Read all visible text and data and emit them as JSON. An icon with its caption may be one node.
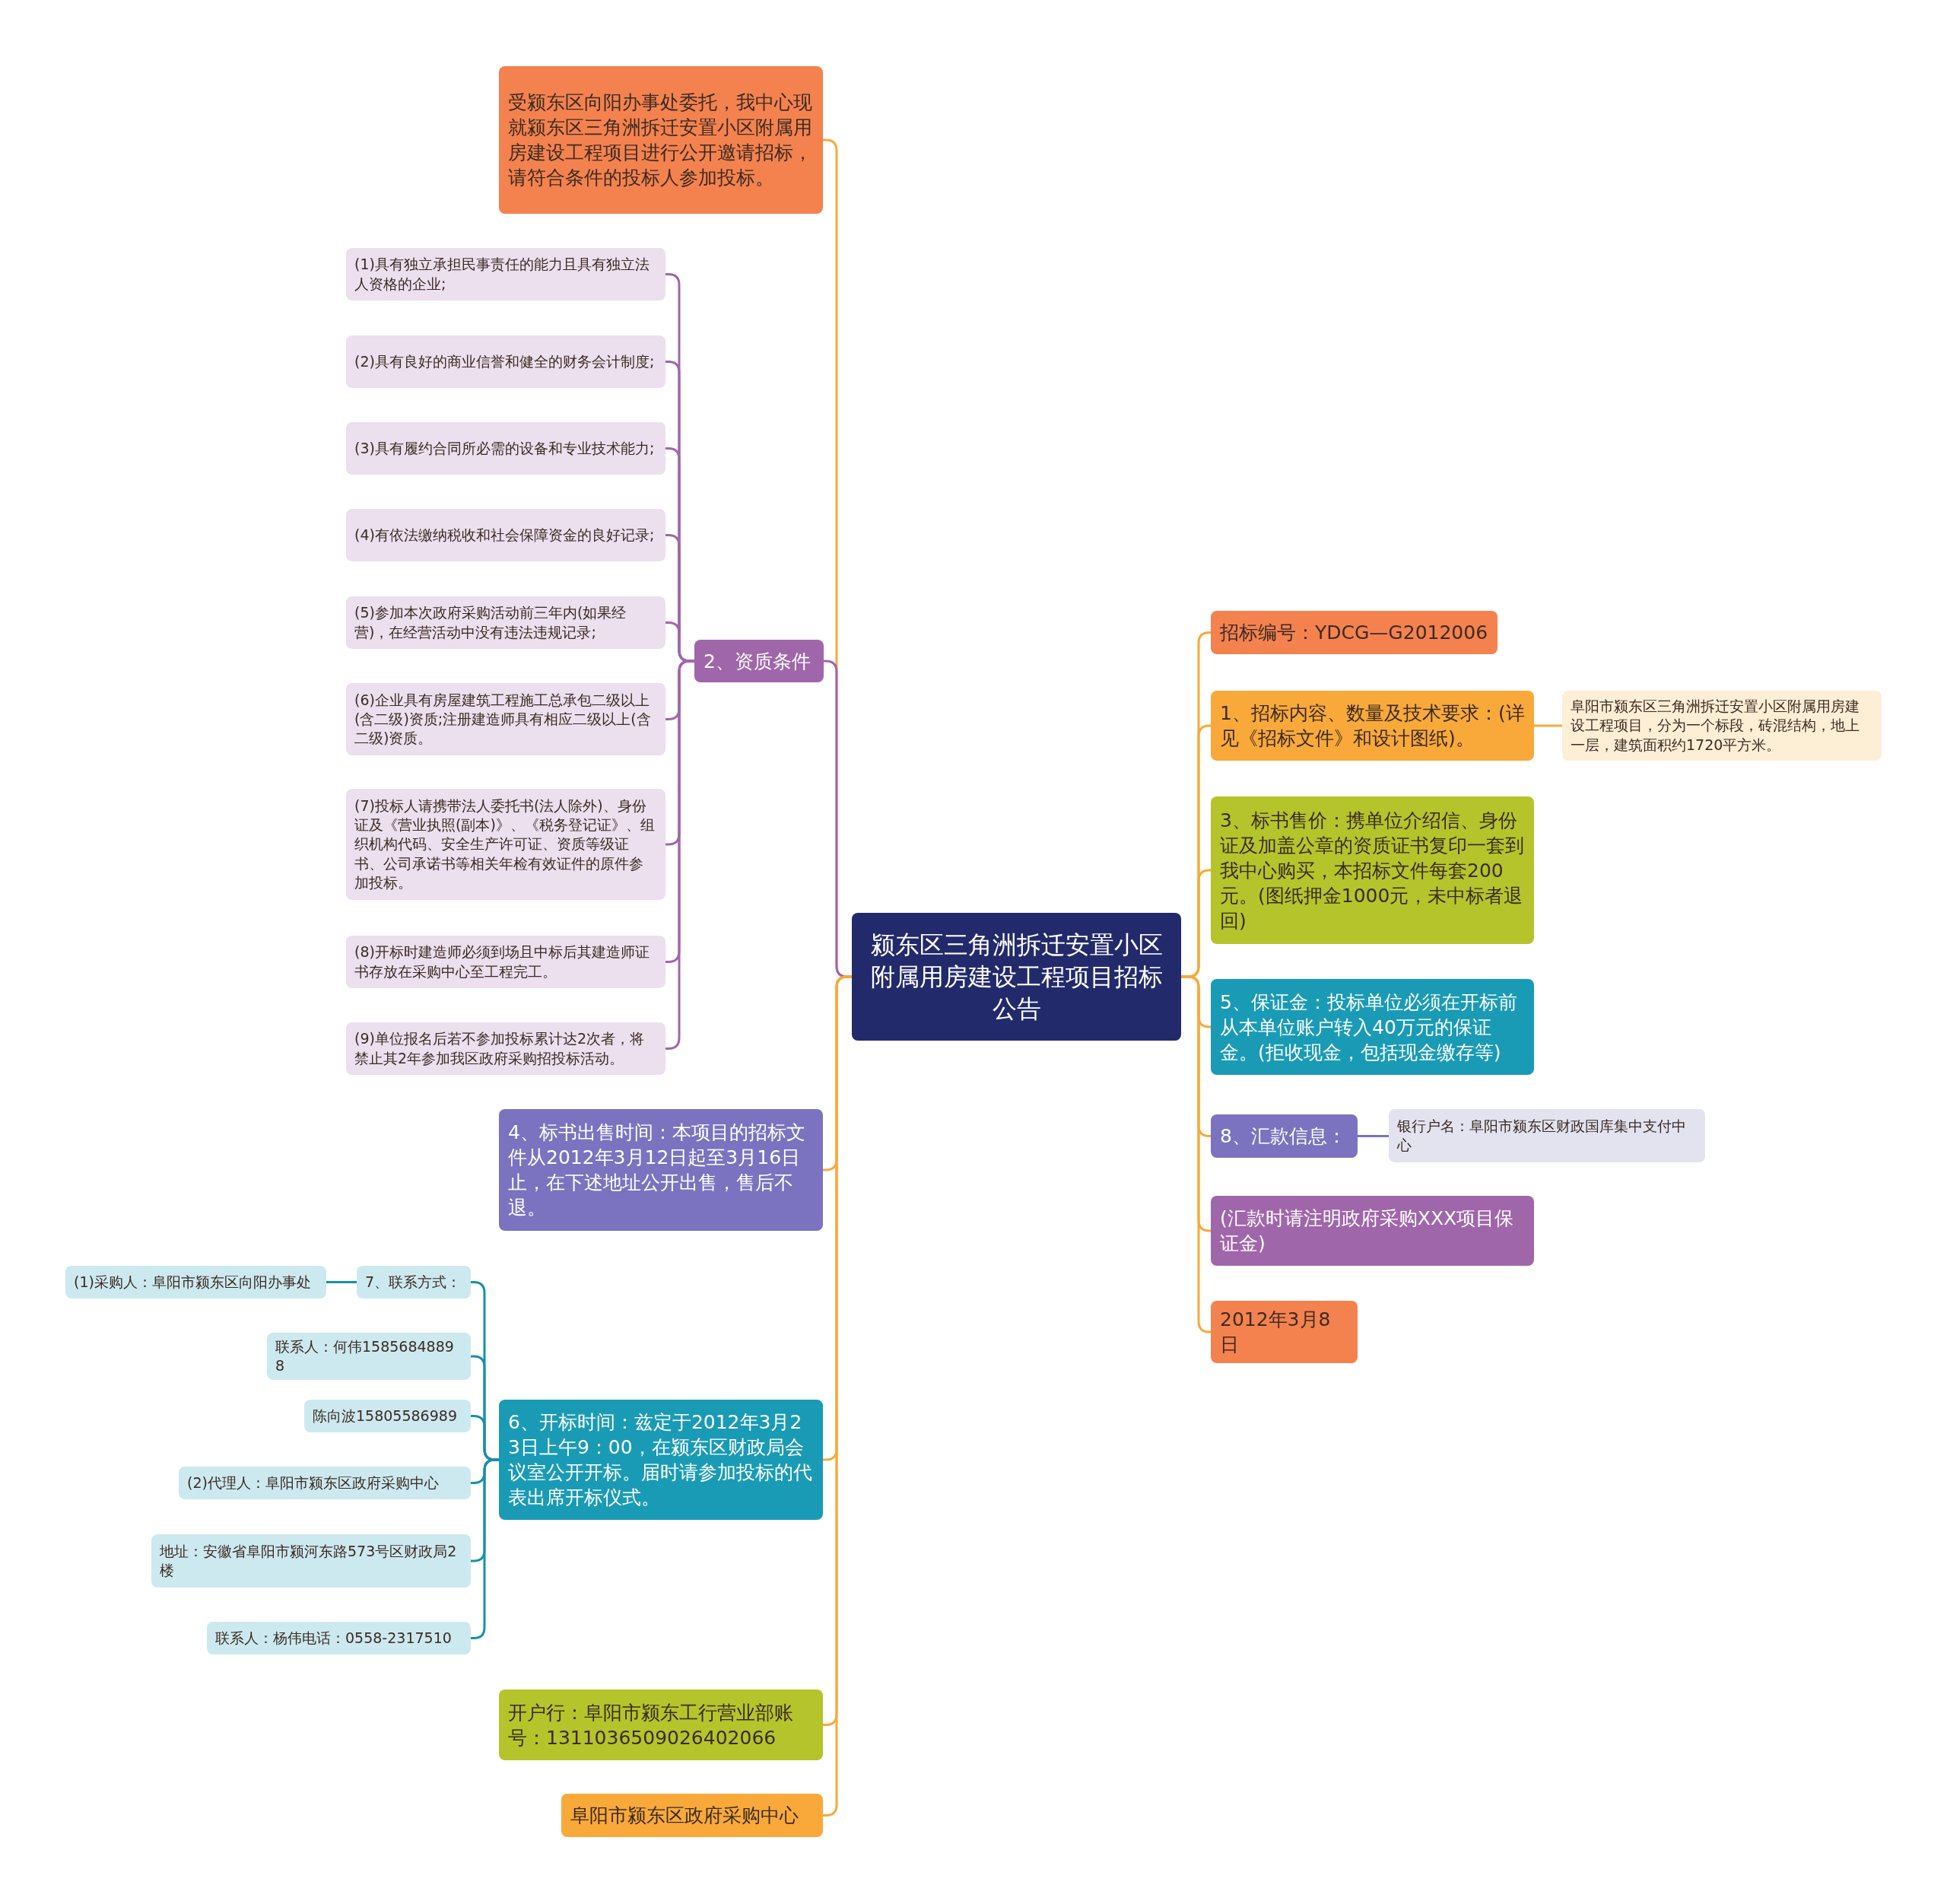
{
  "diagram": {
    "nodes": [
      {
        "text": [
          "颍东区三角洲拆迁安置小区附属用房建设工程项目招标公告"
        ]
      },
      {
        "text": [
          "受颍东区向阳办事处委托，我中心现就颍东区三角洲拆迁安置小区附属用房建设工程项目进行公开邀请招标，请符合条件的投标人参加投标。"
        ]
      },
      {
        "text": [
          "2、资质条件"
        ]
      },
      {
        "text": [
          "(1)具有独立承担民事责任的能力且具有独立法人资格的企业;"
        ]
      },
      {
        "text": [
          "(2)具有良好的商业信誉和健全的财务会计制度;"
        ]
      },
      {
        "text": [
          "(3)具有履约合同所必需的设备和专业技术能力;"
        ]
      },
      {
        "text": [
          "(4)有依法缴纳税收和社会保障资金的良好记录;"
        ]
      },
      {
        "text": [
          "(5)参加本次政府采购活动前三年内(如果经营)，在经营活动中没有违法违规记录;"
        ]
      },
      {
        "text": [
          "(6)企业具有房屋建筑工程施工总承包二级以上(含二级)资质;注册建造师具有相应二级以上(含二级)资质。"
        ]
      },
      {
        "text": [
          "(7)投标人请携带法人委托书(法人除外)、身份证及《营业执照(副本)》、《税务登记证》、组织机构代码、安全生产许可证、资质等级证书、公司承诺书等相关年检有效证件的原件参加投标。"
        ]
      },
      {
        "text": [
          "(8)开标时建造师必须到场且中标后其建造师证书存放在采购中心至工程完工。"
        ]
      },
      {
        "text": [
          "(9)单位报名后若不参加投标累计达2次者，将禁止其2年参加我区政府采购招投标活动。"
        ]
      },
      {
        "text": [
          "4、标书出售时间：本项目的招标文件从2012年3月12日起至3月16日止，在下述地址公开出售，售后不退。"
        ]
      },
      {
        "text": [
          "6、开标时间：兹定于2012年3月23日上午9：00，在颍东区财政局会议室公开开标。届时请参加投标的代表出席开标仪式。"
        ]
      },
      {
        "text": [
          "7、联系方式："
        ]
      },
      {
        "text": [
          "(1)采购人：阜阳市颍东区向阳办事处"
        ]
      },
      {
        "text": [
          "联系人：何伟15856848898"
        ]
      },
      {
        "text": [
          "陈向波15805586989"
        ]
      },
      {
        "text": [
          "(2)代理人：阜阳市颍东区政府采购中心"
        ]
      },
      {
        "text": [
          "地址：安徽省阜阳市颍河东路573号区财政局2楼"
        ]
      },
      {
        "text": [
          "联系人：杨伟电话：0558-2317510"
        ]
      },
      {
        "text": [
          "开户行：阜阳市颍东工行营业部账号：1311036509026402066"
        ]
      },
      {
        "text": [
          "阜阳市颍东区政府采购中心"
        ]
      },
      {
        "text": [
          "招标编号：YDCG—G2012006"
        ]
      },
      {
        "text": [
          "1、招标内容、数量及技术要求：(详见《招标文件》和设计图纸)。"
        ]
      },
      {
        "text": [
          "阜阳市颍东区三角洲拆迁安置小区附属用房建设工程项目，分为一个标段，砖混结构，地上一层，建筑面积约1720平方米。"
        ]
      },
      {
        "text": [
          "3、标书售价：携单位介绍信、身份证及加盖公章的资质证书复印一套到我中心购买，本招标文件每套200元。(图纸押金1000元，未中标者退回)"
        ]
      },
      {
        "text": [
          "5、保证金：投标单位必须在开标前从本单位账户转入40万元的保证金。(拒收现金，包括现金缴存等)"
        ]
      },
      {
        "text": [
          "8、汇款信息："
        ]
      },
      {
        "text": [
          "银行户名：阜阳市颍东区财政国库集中支付中心"
        ]
      },
      {
        "text": [
          "(汇款时请注明政府采购XXX项目保证金)"
        ]
      },
      {
        "text": [
          "2012年3月8日"
        ]
      }
    ],
    "edges": [
      {
        "from": 0,
        "to": 1,
        "arrow": "none"
      },
      {
        "from": 0,
        "to": 2,
        "arrow": "none",
        "color": "#a066aa"
      },
      {
        "from": 2,
        "to": 3,
        "arrow": "none",
        "color": "#a066aa"
      },
      {
        "from": 2,
        "to": 4,
        "arrow": "none",
        "color": "#a066aa"
      },
      {
        "from": 2,
        "to": 5,
        "arrow": "none",
        "color": "#a066aa"
      },
      {
        "from": 2,
        "to": 6,
        "arrow": "none",
        "color": "#a066aa"
      },
      {
        "from": 2,
        "to": 7,
        "arrow": "none",
        "color": "#a066aa"
      },
      {
        "from": 2,
        "to": 8,
        "arrow": "none",
        "color": "#a066aa"
      },
      {
        "from": 2,
        "to": 9,
        "arrow": "none",
        "color": "#a066aa"
      },
      {
        "from": 2,
        "to": 10,
        "arrow": "none",
        "color": "#a066aa"
      },
      {
        "from": 2,
        "to": 11,
        "arrow": "none",
        "color": "#a066aa"
      },
      {
        "from": 0,
        "to": 12,
        "arrow": "none"
      },
      {
        "from": 0,
        "to": 13,
        "arrow": "none"
      },
      {
        "from": 13,
        "to": 14,
        "arrow": "none",
        "color": "#1a8fa8"
      },
      {
        "from": 14,
        "to": 15,
        "arrow": "none",
        "color": "#1a8fa8"
      },
      {
        "from": 13,
        "to": 16,
        "arrow": "none",
        "color": "#1a8fa8"
      },
      {
        "from": 13,
        "to": 17,
        "arrow": "none",
        "color": "#1a8fa8"
      },
      {
        "from": 13,
        "to": 18,
        "arrow": "none",
        "color": "#1a8fa8"
      },
      {
        "from": 13,
        "to": 19,
        "arrow": "none",
        "color": "#1a8fa8"
      },
      {
        "from": 13,
        "to": 20,
        "arrow": "none",
        "color": "#1a8fa8"
      },
      {
        "from": 0,
        "to": 21,
        "arrow": "none"
      },
      {
        "from": 0,
        "to": 22,
        "arrow": "none"
      },
      {
        "from": 0,
        "to": 23,
        "arrow": "none"
      },
      {
        "from": 0,
        "to": 24,
        "arrow": "none"
      },
      {
        "from": 24,
        "to": 25,
        "arrow": "none"
      },
      {
        "from": 0,
        "to": 26,
        "arrow": "none"
      },
      {
        "from": 0,
        "to": 27,
        "arrow": "none"
      },
      {
        "from": 0,
        "to": 28,
        "arrow": "none"
      },
      {
        "from": 28,
        "to": 29,
        "arrow": "none",
        "color": "#7b73bf"
      },
      {
        "from": 0,
        "to": 30,
        "arrow": "none"
      },
      {
        "from": 0,
        "to": 31,
        "arrow": "none"
      }
    ]
  }
}
